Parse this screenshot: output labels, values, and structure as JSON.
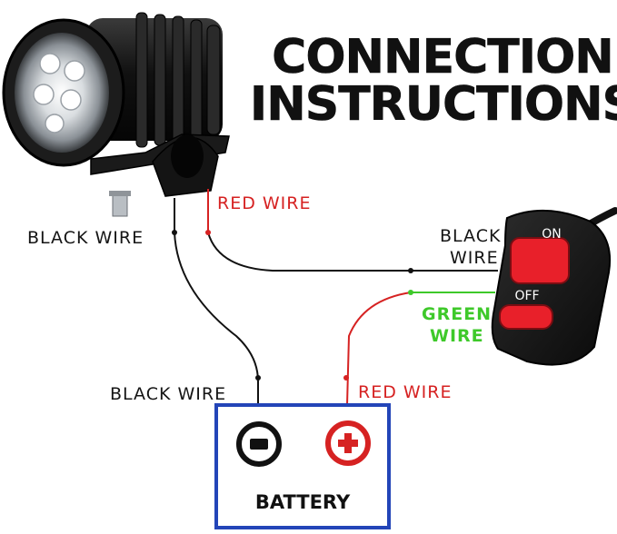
{
  "title": {
    "line1": "CONNECTION",
    "line2": "INSTRUCTIONS"
  },
  "labels": {
    "red_wire_light": "RED WIRE",
    "black_wire_light": "BLACK WIRE",
    "black_wire_switch_line1": "BLACK",
    "black_wire_switch_line2": "WIRE",
    "green_wire_line1": "GREEN",
    "green_wire_line2": "WIRE",
    "black_wire_battery": "BLACK WIRE",
    "red_wire_battery": "RED WIRE"
  },
  "switch": {
    "on_label": "ON",
    "off_label": "OFF"
  },
  "battery": {
    "label": "BATTERY",
    "negative_symbol": "−",
    "positive_symbol": "+"
  },
  "colors": {
    "black_wire": "#111111",
    "red_wire": "#d62222",
    "green_wire": "#3ec92a",
    "battery_frame": "#2345b8",
    "switch_button": "#e8202a"
  },
  "icons": [
    "led-light-icon",
    "handlebar-switch-icon",
    "battery-negative-icon",
    "battery-positive-icon"
  ]
}
